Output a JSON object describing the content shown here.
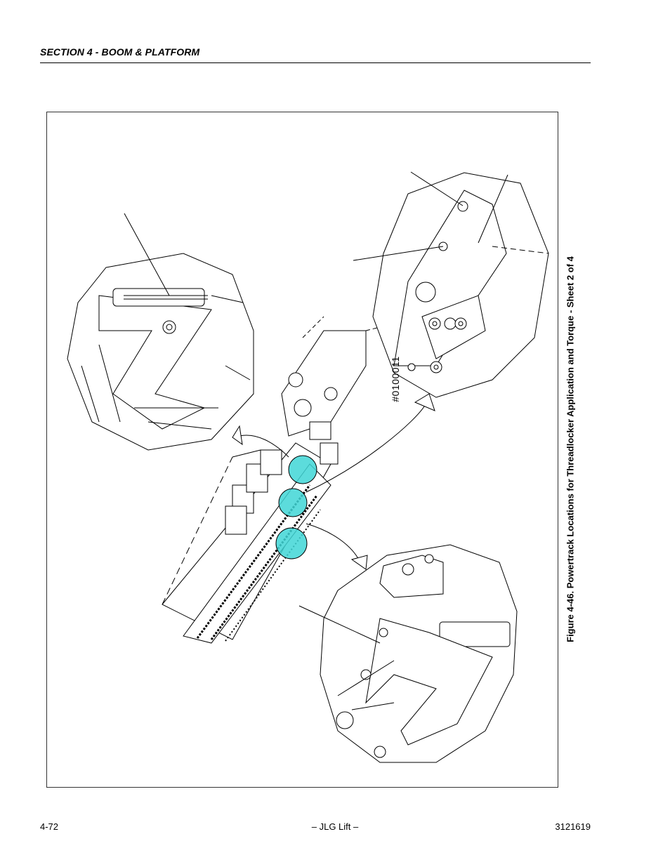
{
  "header": {
    "section_title": "SECTION 4 - BOOM & PLATFORM"
  },
  "figure": {
    "caption": "Figure 4-46.  Powertrack Locations for Threadlocker Application and Torque - Sheet 2 of 4",
    "drawing_number": "#0100011",
    "highlight_color": "#3fd6d6"
  },
  "footer": {
    "page_number": "4-72",
    "center_text": "– JLG Lift –",
    "document_number": "3121619"
  }
}
